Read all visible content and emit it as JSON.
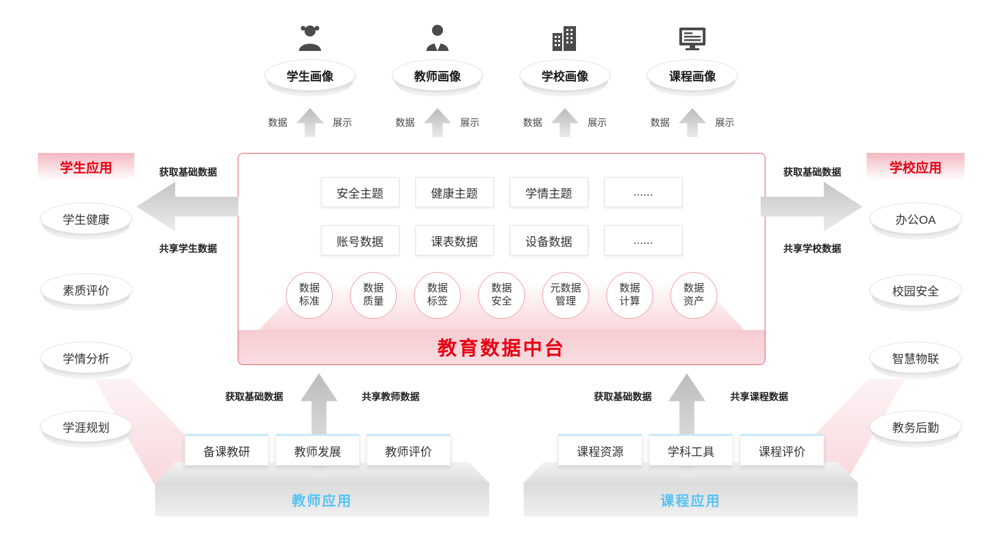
{
  "colors": {
    "brand_red": "#e60012",
    "pink_band": "#f8d5d9",
    "accent_blue": "#56c2f2",
    "arrow_gray": "#c4c4c4"
  },
  "top_portraits": [
    {
      "label": "学生画像",
      "flow_left": "数据",
      "flow_right": "展示"
    },
    {
      "label": "教师画像",
      "flow_left": "数据",
      "flow_right": "展示"
    },
    {
      "label": "学校画像",
      "flow_left": "数据",
      "flow_right": "展示"
    },
    {
      "label": "课程画像",
      "flow_left": "数据",
      "flow_right": "展示"
    }
  ],
  "center": {
    "title": "教育数据中台",
    "theme_boxes": [
      "安全主题",
      "健康主题",
      "学情主题",
      "......"
    ],
    "data_boxes": [
      "账号数据",
      "课表数据",
      "设备数据",
      "......"
    ],
    "circles": [
      {
        "line1": "数据",
        "line2": "标准"
      },
      {
        "line1": "数据",
        "line2": "质量"
      },
      {
        "line1": "数据",
        "line2": "标签"
      },
      {
        "line1": "数据",
        "line2": "安全"
      },
      {
        "line1": "元数据",
        "line2": "管理"
      },
      {
        "line1": "数据",
        "line2": "计算"
      },
      {
        "line1": "数据",
        "line2": "资产"
      }
    ]
  },
  "left_panel": {
    "title": "学生应用",
    "items": [
      "学生健康",
      "素质评价",
      "学情分析",
      "学涯规划"
    ],
    "arrow_top": "获取基础数据",
    "arrow_bottom": "共享学生数据"
  },
  "right_panel": {
    "title": "学校应用",
    "items": [
      "办公OA",
      "校园安全",
      "智慧物联",
      "教务后勤"
    ],
    "arrow_top": "获取基础数据",
    "arrow_bottom": "共享学校数据"
  },
  "teacher_group": {
    "title": "教师应用",
    "items": [
      "备课教研",
      "教师发展",
      "教师评价"
    ],
    "arrow_left": "获取基础数据",
    "arrow_right": "共享教师数据"
  },
  "course_group": {
    "title": "课程应用",
    "items": [
      "课程资源",
      "学科工具",
      "课程评价"
    ],
    "arrow_left": "获取基础数据",
    "arrow_right": "共享课程数据"
  }
}
